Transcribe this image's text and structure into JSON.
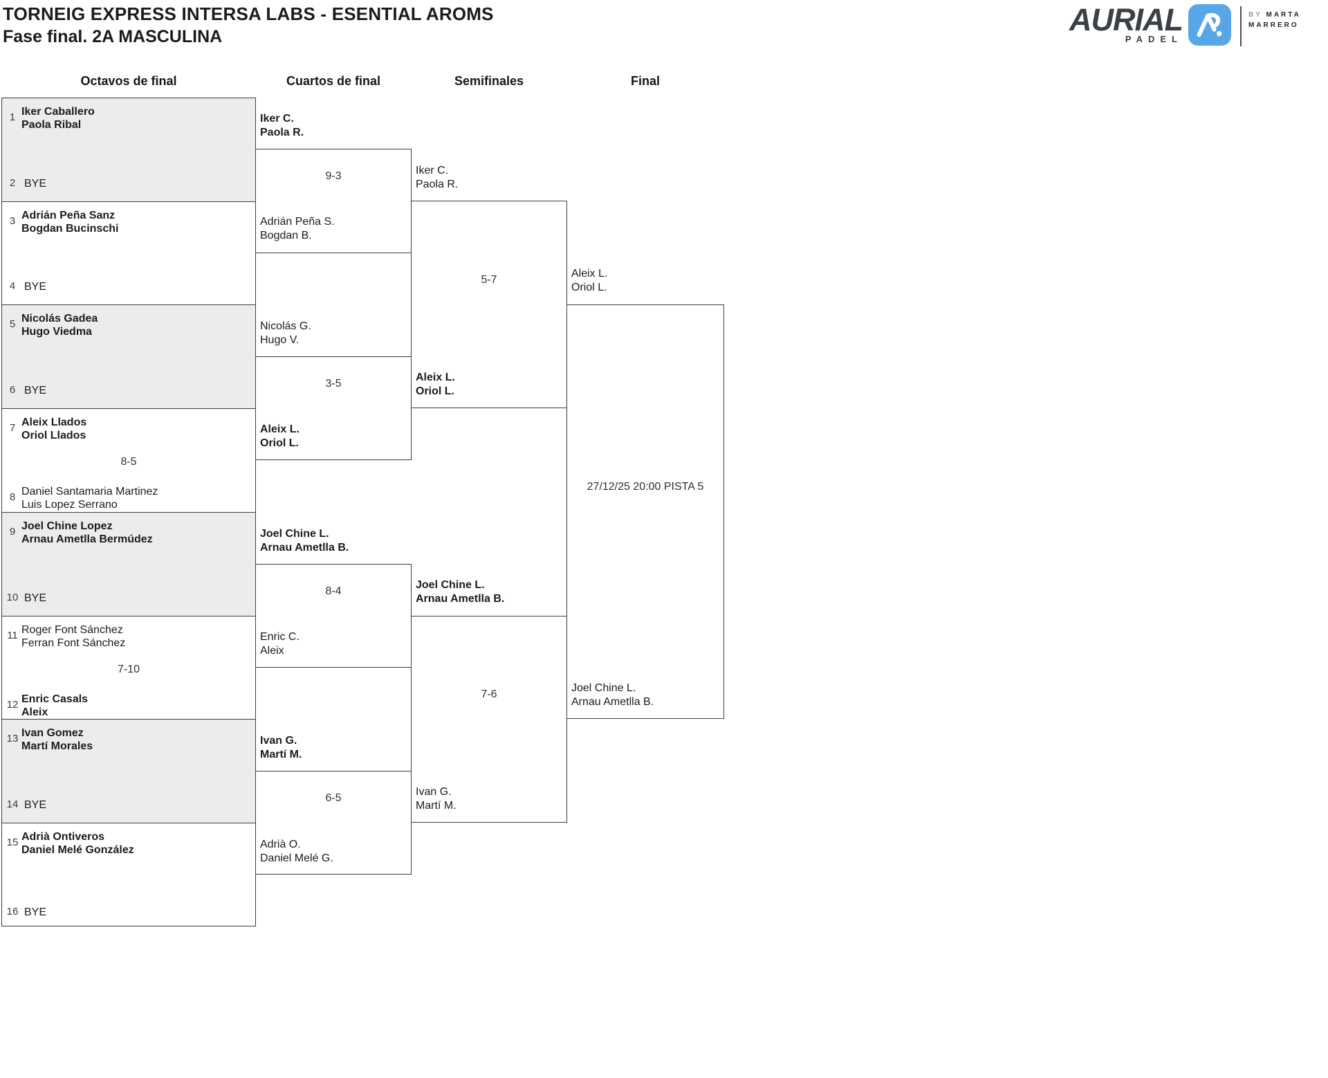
{
  "header": {
    "title": "TORNEIG EXPRESS INTERSA LABS - ESENTIAL AROMS",
    "subtitle": "Fase final. 2A MASCULINA"
  },
  "logo": {
    "brand": "AURIAL",
    "product": "PADEL",
    "by_prefix": "BY",
    "by_name1": "MARTA",
    "by_name2": "MARRERO",
    "icon": "aurial-monogram",
    "accent_color": "#57a7e8",
    "brand_color": "#3b4046"
  },
  "round_headers": [
    "Octavos de final",
    "Cuartos de final",
    "Semifinales",
    "Final"
  ],
  "octavos": [
    {
      "score": "",
      "team_a": {
        "seed": "1",
        "line1": "Iker Caballero",
        "line2": "Paola Ribal",
        "winner": true
      },
      "team_b": {
        "seed": "2",
        "line1": "BYE",
        "line2": "",
        "winner": false
      }
    },
    {
      "score": "",
      "team_a": {
        "seed": "3",
        "line1": "Adrián Peña Sanz",
        "line2": "Bogdan Bucinschi",
        "winner": true
      },
      "team_b": {
        "seed": "4",
        "line1": "BYE",
        "line2": "",
        "winner": false
      }
    },
    {
      "score": "",
      "team_a": {
        "seed": "5",
        "line1": "Nicolás Gadea",
        "line2": "Hugo Viedma",
        "winner": true
      },
      "team_b": {
        "seed": "6",
        "line1": "BYE",
        "line2": "",
        "winner": false
      }
    },
    {
      "score": "8-5",
      "team_a": {
        "seed": "7",
        "line1": "Aleix Llados",
        "line2": "Oriol Llados",
        "winner": true
      },
      "team_b": {
        "seed": "8",
        "line1": "Daniel Santamaria Martinez",
        "line2": "Luis Lopez Serrano",
        "winner": false
      }
    },
    {
      "score": "",
      "team_a": {
        "seed": "9",
        "line1": "Joel Chine Lopez",
        "line2": "Arnau Ametlla Bermúdez",
        "winner": true
      },
      "team_b": {
        "seed": "10",
        "line1": "BYE",
        "line2": "",
        "winner": false
      }
    },
    {
      "score": "7-10",
      "team_a": {
        "seed": "11",
        "line1": "Roger Font Sánchez",
        "line2": "Ferran Font Sánchez",
        "winner": false
      },
      "team_b": {
        "seed": "12",
        "line1": "Enric Casals",
        "line2": "Aleix",
        "winner": true
      }
    },
    {
      "score": "",
      "team_a": {
        "seed": "13",
        "line1": "Ivan Gomez",
        "line2": "Martí Morales",
        "winner": true
      },
      "team_b": {
        "seed": "14",
        "line1": "BYE",
        "line2": "",
        "winner": false
      }
    },
    {
      "score": "",
      "team_a": {
        "seed": "15",
        "line1": "Adrià Ontiveros",
        "line2": "Daniel Melé González",
        "winner": true
      },
      "team_b": {
        "seed": "16",
        "line1": "BYE",
        "line2": "",
        "winner": false
      }
    }
  ],
  "cuartos": [
    {
      "score": "9-3",
      "team_a": {
        "line1": "Iker C.",
        "line2": "Paola R.",
        "winner": true
      },
      "team_b": {
        "line1": "Adrián Peña S.",
        "line2": "Bogdan B.",
        "winner": false
      }
    },
    {
      "score": "3-5",
      "team_a": {
        "line1": "Nicolás G.",
        "line2": "Hugo V.",
        "winner": false
      },
      "team_b": {
        "line1": "Aleix L.",
        "line2": "Oriol L.",
        "winner": true
      }
    },
    {
      "score": "8-4",
      "team_a": {
        "line1": "Joel Chine L.",
        "line2": "Arnau Ametlla B.",
        "winner": true
      },
      "team_b": {
        "line1": "Enric C.",
        "line2": "Aleix",
        "winner": false
      }
    },
    {
      "score": "6-5",
      "team_a": {
        "line1": "Ivan G.",
        "line2": "Martí M.",
        "winner": true
      },
      "team_b": {
        "line1": "Adrià O.",
        "line2": "Daniel Melé G.",
        "winner": false
      }
    }
  ],
  "semifinales": [
    {
      "score": "5-7",
      "team_a": {
        "line1": "Iker C.",
        "line2": "Paola R.",
        "winner": false
      },
      "team_b": {
        "line1": "Aleix L.",
        "line2": "Oriol L.",
        "winner": true
      }
    },
    {
      "score": "7-6",
      "team_a": {
        "line1": "Joel Chine L.",
        "line2": "Arnau Ametlla B.",
        "winner": true
      },
      "team_b": {
        "line1": "Ivan G.",
        "line2": "Martí M.",
        "winner": false
      }
    }
  ],
  "final_match": {
    "note": "27/12/25 20:00 PISTA 5",
    "team_a": {
      "line1": "Aleix L.",
      "line2": "Oriol L.",
      "winner": false
    },
    "team_b": {
      "line1": "Joel Chine L.",
      "line2": "Arnau Ametlla B.",
      "winner": false
    }
  }
}
